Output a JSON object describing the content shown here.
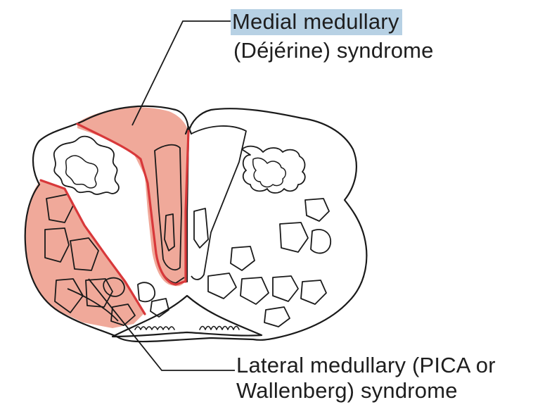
{
  "diagram": {
    "labels": {
      "medial": {
        "line1": "Medial medullary",
        "line2": "(Déjérine) syndrome"
      },
      "lateral": {
        "line1": "Lateral medullary (PICA or",
        "line2": "Wallenberg) syndrome"
      }
    },
    "colors": {
      "lesion_fill": "#f0a99a",
      "lesion_border": "#d8383a",
      "outline": "#1a1a1a",
      "label_highlight": "#b7d1e4"
    }
  }
}
